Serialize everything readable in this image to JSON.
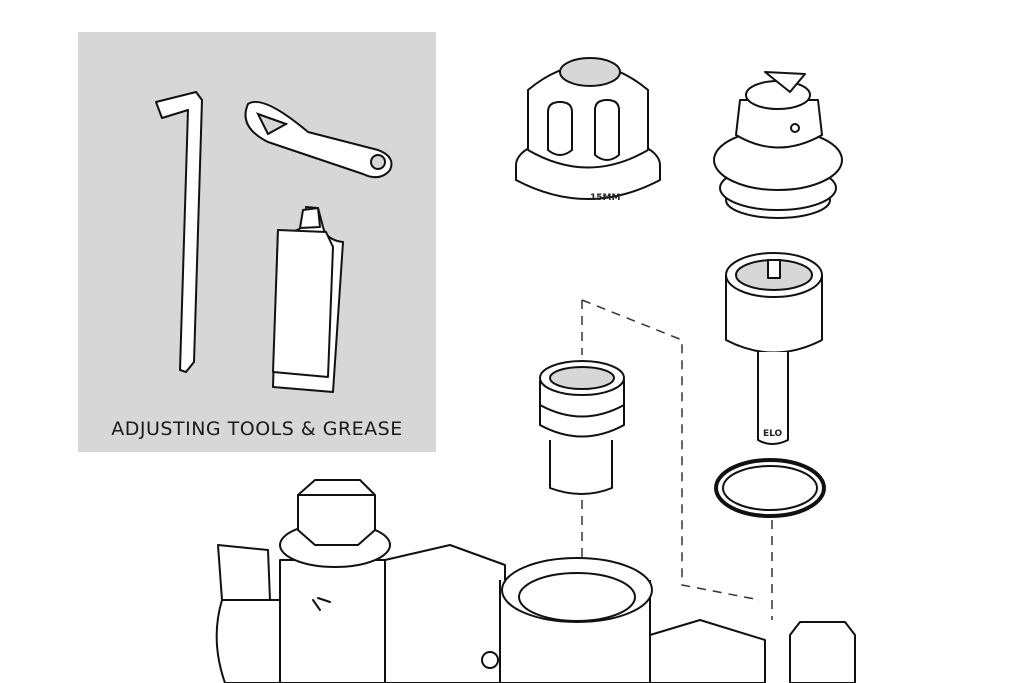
{
  "tools_panel": {
    "caption": "ADJUSTING TOOLS & GREASE"
  },
  "parts": {
    "cap_marking": "15MM",
    "stem_marking": "ELO"
  },
  "colors": {
    "panel_background": "#d7d7d7",
    "line": "#111111"
  }
}
